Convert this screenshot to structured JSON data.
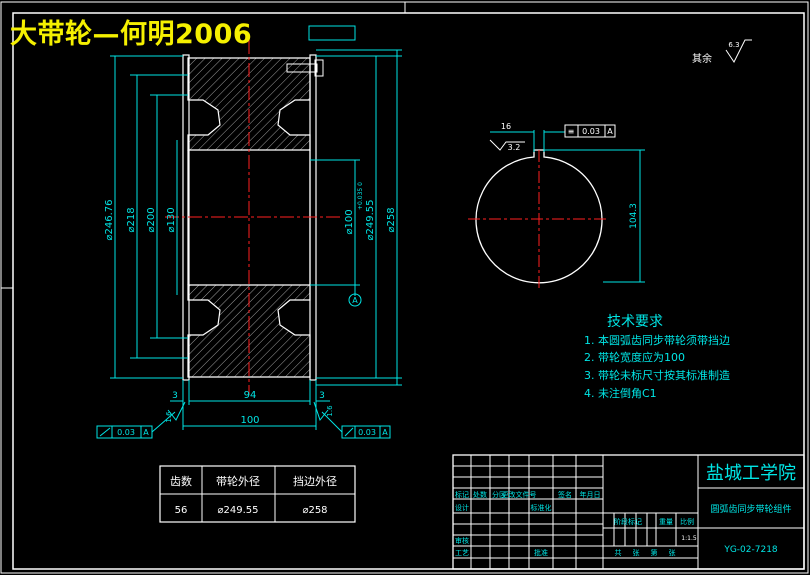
{
  "overlay_title": "大带轮—何明2006",
  "dims": {
    "d246": "⌀246.76",
    "d218": "⌀218",
    "d200": "⌀200",
    "d130": "⌀130",
    "d100": "⌀100",
    "d100_tol": "+0.035 0",
    "d249": "⌀249.55",
    "d258": "⌀258",
    "w94": "94",
    "w100": "100",
    "w3_left": "3",
    "w3_right": "3",
    "key_width": "16",
    "key_depth": "104.3",
    "datum": "A",
    "rough_left": "1.6",
    "rough_right": "1.6",
    "rough_key": "3.2",
    "rough_other": "6.3",
    "other_label": "其余",
    "tol_value": "0.03",
    "tol_ref": "A"
  },
  "tech": {
    "heading": "技术要求",
    "items": [
      "1. 本圆弧齿同步带轮须带挡边",
      "2. 带轮宽度应为100",
      "3. 带轮未标尺寸按其标准制造",
      "4. 未注倒角C1"
    ]
  },
  "param_table": {
    "headers": [
      "齿数",
      "带轮外径",
      "挡边外径"
    ],
    "row": [
      "56",
      "⌀249.55",
      "⌀258"
    ]
  },
  "title_block": {
    "school": "盐城工学院",
    "part_name": "圆弧齿同步带轮组件",
    "drawing_no": "YG-02-7218",
    "scale": "1:1.5",
    "cells": [
      "标记",
      "处数",
      "分区",
      "更改文件号",
      "签名",
      "年月日",
      "设计",
      "标准化",
      "阶段标记",
      "重量",
      "比例",
      "审核",
      "工艺",
      "批准",
      "共",
      "张",
      "第",
      "张"
    ]
  },
  "colors": {
    "outline": "#ffffff",
    "dims": "#00e5e5",
    "center": "#ff2020",
    "hatch": "#e0e0e0",
    "title": "#f5f000"
  }
}
